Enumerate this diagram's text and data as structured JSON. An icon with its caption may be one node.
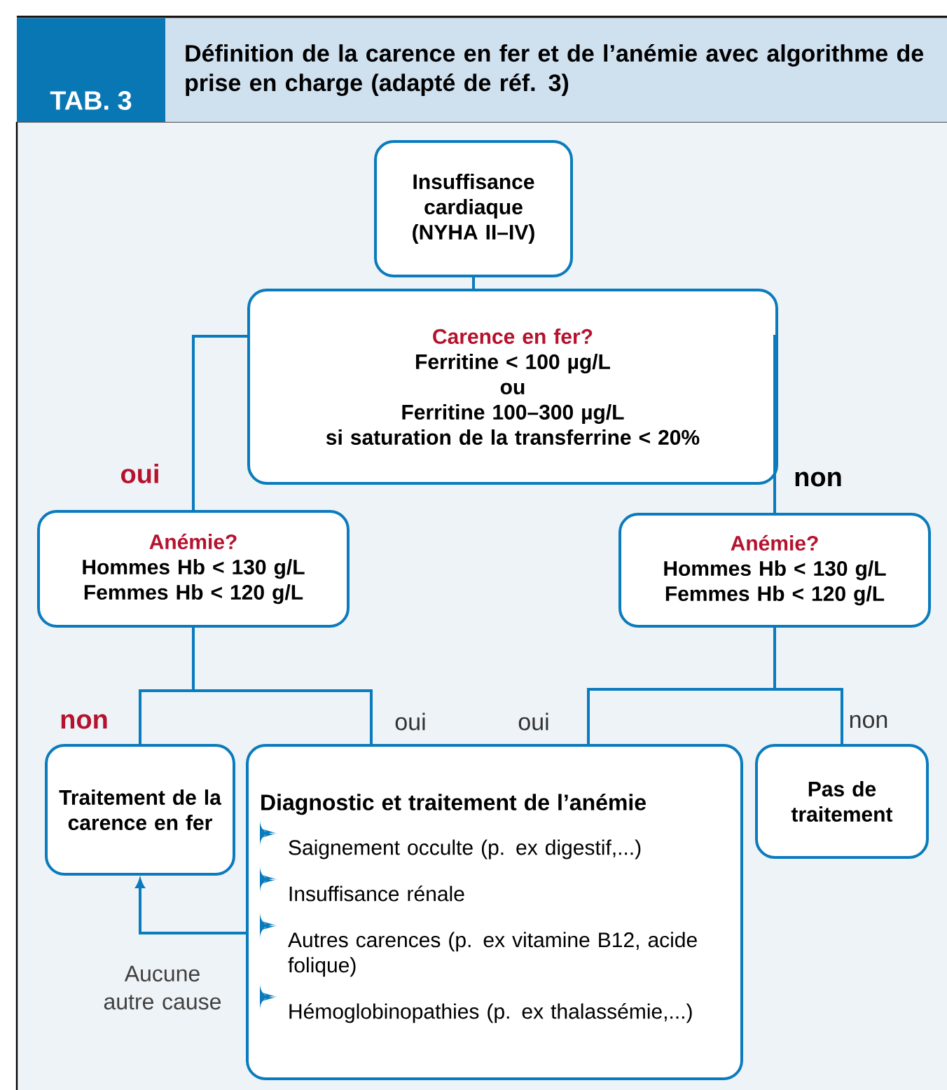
{
  "diagram": {
    "title": "Définition de la carence en fer et de l’anémie avec algorithme de prise en charge (adapté de réf. 3)",
    "nodes": [
      {
        "text": [
          "Insuffisance cardiaque (NYHA II–IV)"
        ]
      },
      {
        "text": [
          "Carence en fer?",
          "Ferritine < 100 µg/L",
          "ou",
          "Ferritine 100–300 µg/L",
          "si saturation de la transferrine < 20%"
        ]
      },
      {
        "text": [
          "Anémie?",
          "Hommes  Hb < 130 g/L",
          "Femmes Hb < 120 g/L"
        ]
      },
      {
        "text": [
          "Anémie?",
          "Hommes  Hb < 130 g/L",
          "Femmes Hb < 120 g/L"
        ]
      },
      {
        "text": [
          "Traitement de la carence en fer"
        ]
      },
      {
        "text": [
          "Diagnostic et traitement de l’anémie",
          "Saignement occulte (p. ex digestif,...)",
          "Insuffisance rénale",
          "Autres carences (p. ex vitamine B12, acide folique)",
          "Hémoglobinopathies (p. ex thalassémie,...)"
        ]
      },
      {
        "text": [
          "Pas de traitement"
        ]
      }
    ],
    "edges": [
      {
        "from": 0,
        "to": 1,
        "arrow": "none"
      },
      {
        "from": 1,
        "to": 2,
        "arrow": "none",
        "label": "oui"
      },
      {
        "from": 1,
        "to": 3,
        "arrow": "none",
        "label": "non"
      },
      {
        "from": 2,
        "to": 4,
        "arrow": "none",
        "label": "non"
      },
      {
        "from": 2,
        "to": 5,
        "arrow": "none",
        "label": "oui"
      },
      {
        "from": 3,
        "to": 5,
        "arrow": "none",
        "label": "oui"
      },
      {
        "from": 3,
        "to": 6,
        "arrow": "none",
        "label": "non"
      },
      {
        "from": 5,
        "to": 4,
        "arrow": "to",
        "label": "Aucune autre cause"
      }
    ],
    "labels": [
      "TAB. 3"
    ]
  }
}
